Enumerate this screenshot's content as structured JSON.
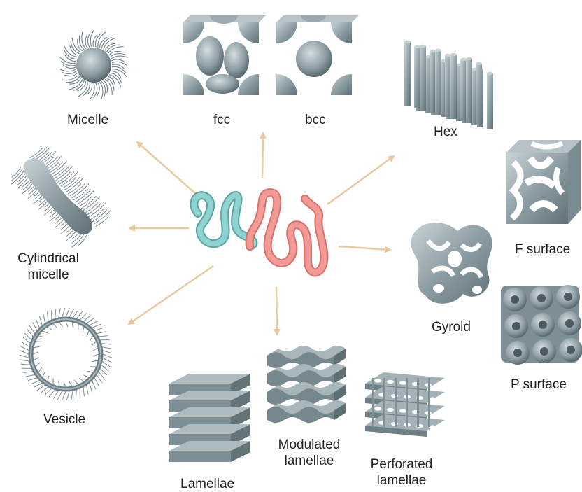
{
  "diagram": {
    "center_polymer": {
      "block_a_color": "#8fd3d1",
      "block_b_color": "#f29a95"
    },
    "arrow_color": "#e8c9a0",
    "structure_color": "#8d9ea4",
    "morphologies": [
      {
        "id": "micelle",
        "label": "Micelle",
        "icon": "micelle-icon"
      },
      {
        "id": "fcc",
        "label": "fcc",
        "icon": "fcc-lattice-icon"
      },
      {
        "id": "bcc",
        "label": "bcc",
        "icon": "bcc-lattice-icon"
      },
      {
        "id": "hex",
        "label": "Hex",
        "icon": "hex-cylinders-icon"
      },
      {
        "id": "f-surface",
        "label": "F surface",
        "icon": "f-surface-icon"
      },
      {
        "id": "gyroid",
        "label": "Gyroid",
        "icon": "gyroid-icon"
      },
      {
        "id": "p-surface",
        "label": "P surface",
        "icon": "p-surface-icon"
      },
      {
        "id": "cylindrical-micelle",
        "label_line1": "Cylindrical",
        "label_line2": "micelle",
        "icon": "cylindrical-micelle-icon"
      },
      {
        "id": "vesicle",
        "label": "Vesicle",
        "icon": "vesicle-icon"
      },
      {
        "id": "lamellae",
        "label": "Lamellae",
        "icon": "lamellae-icon"
      },
      {
        "id": "modulated-lamellae",
        "label_line1": "Modulated",
        "label_line2": "lamellae",
        "icon": "modulated-lamellae-icon"
      },
      {
        "id": "perforated-lamellae",
        "label_line1": "Perforated",
        "label_line2": "lamellae",
        "icon": "perforated-lamellae-icon"
      }
    ]
  }
}
